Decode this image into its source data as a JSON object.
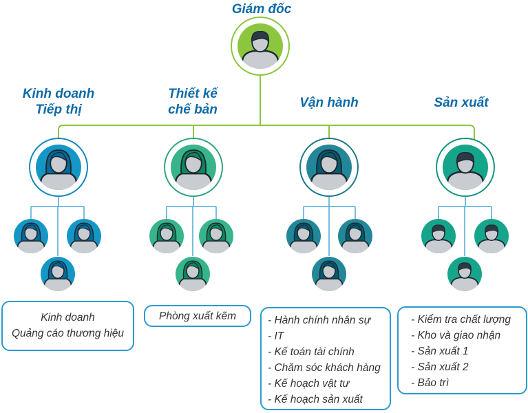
{
  "director": {
    "title": "Giám đốc"
  },
  "departments": [
    {
      "title_lines": [
        "Kinh doanh",
        "Tiếp thị"
      ],
      "color": "#1597c6",
      "ring": "#0f89b8",
      "items": [
        "Kinh doanh",
        "Quảng cáo thương hiệu"
      ],
      "list_style": "center"
    },
    {
      "title_lines": [
        "Thiết kế",
        "chế bản"
      ],
      "color": "#38b48b",
      "ring": "#2ea57d",
      "items": [
        "Phòng xuất kẽm"
      ],
      "list_style": "center"
    },
    {
      "title_lines": [
        "Vận hành"
      ],
      "color": "#23879a",
      "ring": "#1d7889",
      "items": [
        "- Hành chính nhân sự",
        "- IT",
        "- Kế toán tài chính",
        "- Chăm sóc khách hàng",
        "- Kế hoạch vật tư",
        "- Kế hoạch sản xuất"
      ],
      "list_style": "left"
    },
    {
      "title_lines": [
        "Sản xuất"
      ],
      "color": "#16a58a",
      "ring": "#12957c",
      "items": [
        "- Kiểm tra chất lượng",
        "- Kho và giao nhận",
        "- Sản xuất 1",
        "- Sản xuất 2",
        "- Bảo trì"
      ],
      "list_style": "left"
    }
  ],
  "colors": {
    "connector_top": "#8cc63f",
    "connector_sub": "#4aa9d6",
    "box_border": "#2a9ad0",
    "title_text": "#0d6aa8",
    "director_fill": "#8cc63f"
  }
}
